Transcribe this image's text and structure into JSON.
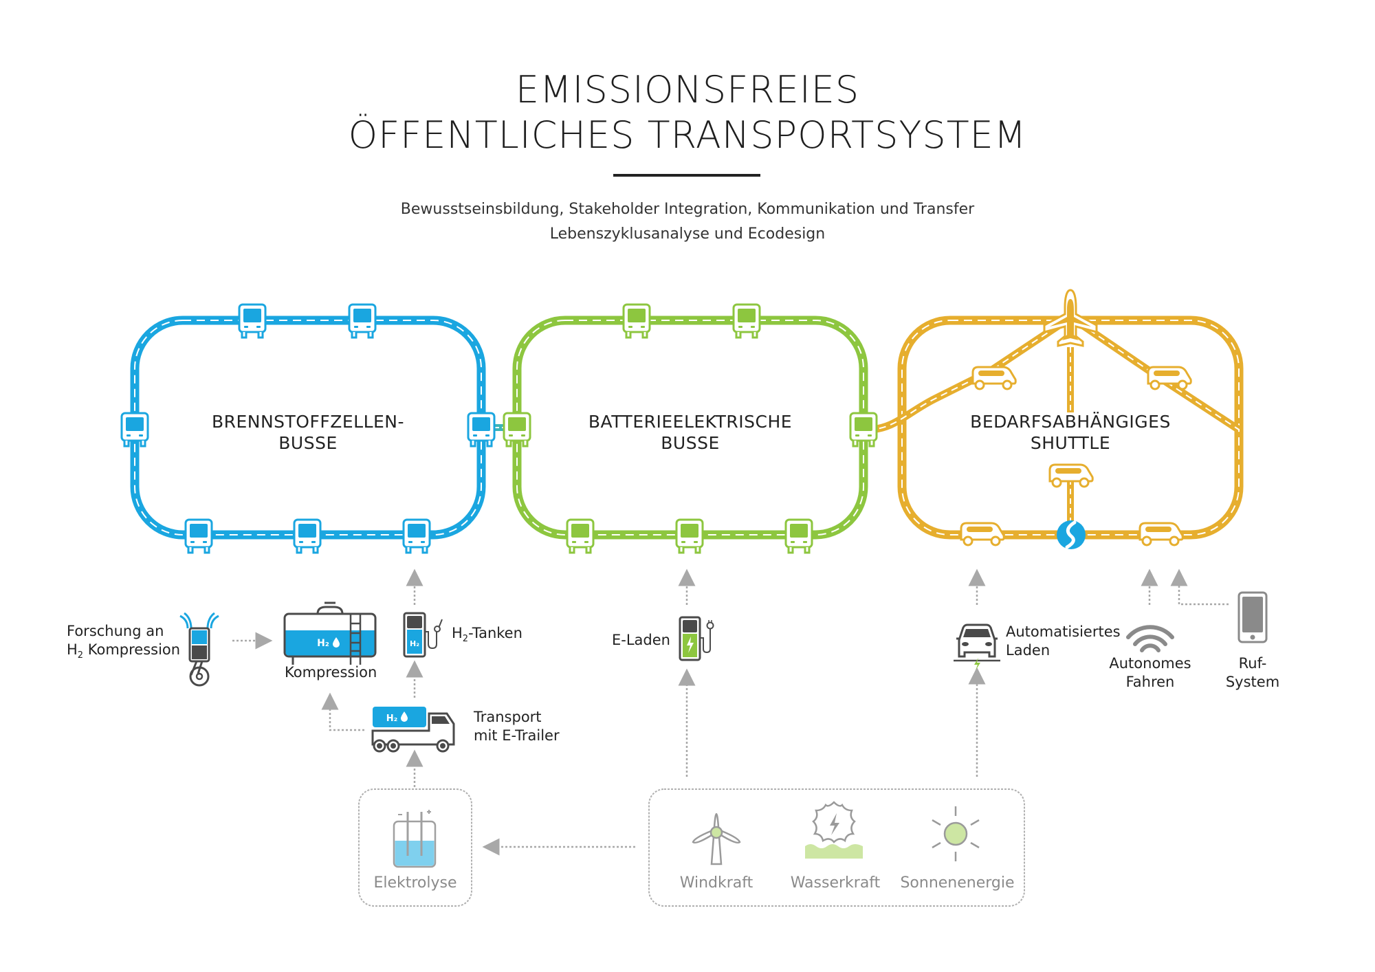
{
  "header": {
    "title_line1": "EMISSIONSFREIES",
    "title_line2": "ÖFFENTLICHES TRANSPORTSYSTEM",
    "subtitle_line1": "Bewusstseinsbildung, Stakeholder Integration, Kommunikation und Transfer",
    "subtitle_line2": "Lebenszyklusanalyse und Ecodesign"
  },
  "colors": {
    "blue": "#1AA6E0",
    "green": "#8DC63F",
    "yellow": "#E6AE2E",
    "dark": "#4a4a4a",
    "grey": "#9a9a9a",
    "light_green": "#CDE6A3",
    "light_blue": "#7FD0EE"
  },
  "loops": [
    {
      "id": "fuel-cell",
      "label_line1": "BRENNSTOFFZELLEN-",
      "label_line2": "BUSSE",
      "color": "blue",
      "vehicle": "bus",
      "vehicle_count": 7
    },
    {
      "id": "battery",
      "label_line1": "BATTERIEELEKTRISCHE",
      "label_line2": "BUSSE",
      "color": "green",
      "vehicle": "bus",
      "vehicle_count": 7
    },
    {
      "id": "shuttle",
      "label_line1": "BEDARFSABHÄNGIGES",
      "label_line2": "SHUTTLE",
      "color": "yellow",
      "vehicle": "shuttle",
      "vehicle_count": 5,
      "extra_icons": [
        "airplane-icon",
        "s-bahn-icon"
      ]
    }
  ],
  "nodes": {
    "forschung": {
      "line1": "Forschung an",
      "line2_pre": "H",
      "line2_sub": "2",
      "line2_post": " Kompression",
      "icon": "piston-icon"
    },
    "kompression": {
      "label": "Kompression",
      "icon": "h2-tank-icon",
      "icon_text": "H₂"
    },
    "h2_tanken": {
      "pre": "H",
      "sub": "2",
      "post": "-Tanken",
      "icon": "h2-pump-icon",
      "icon_text": "H₂"
    },
    "transport": {
      "line1": "Transport",
      "line2": "mit E-Trailer",
      "icon": "h2-truck-icon",
      "icon_text": "H₂"
    },
    "e_laden": {
      "label": "E-Laden",
      "icon": "charging-station-icon"
    },
    "auto_laden": {
      "line1": "Automatisiertes",
      "line2": "Laden",
      "icon": "car-charging-icon"
    },
    "autonom": {
      "line1": "Autonomes",
      "line2": "Fahren",
      "icon": "wireless-signal-icon"
    },
    "ruf": {
      "line1": "Ruf-",
      "line2": "System",
      "icon": "smartphone-icon"
    }
  },
  "sources": {
    "elektrolyse": {
      "label": "Elektrolyse",
      "icon": "electrolysis-icon"
    },
    "items": [
      {
        "label": "Windkraft",
        "icon": "wind-turbine-icon"
      },
      {
        "label": "Wasserkraft",
        "icon": "water-wheel-icon"
      },
      {
        "label": "Sonnenenergie",
        "icon": "sun-icon"
      }
    ]
  }
}
